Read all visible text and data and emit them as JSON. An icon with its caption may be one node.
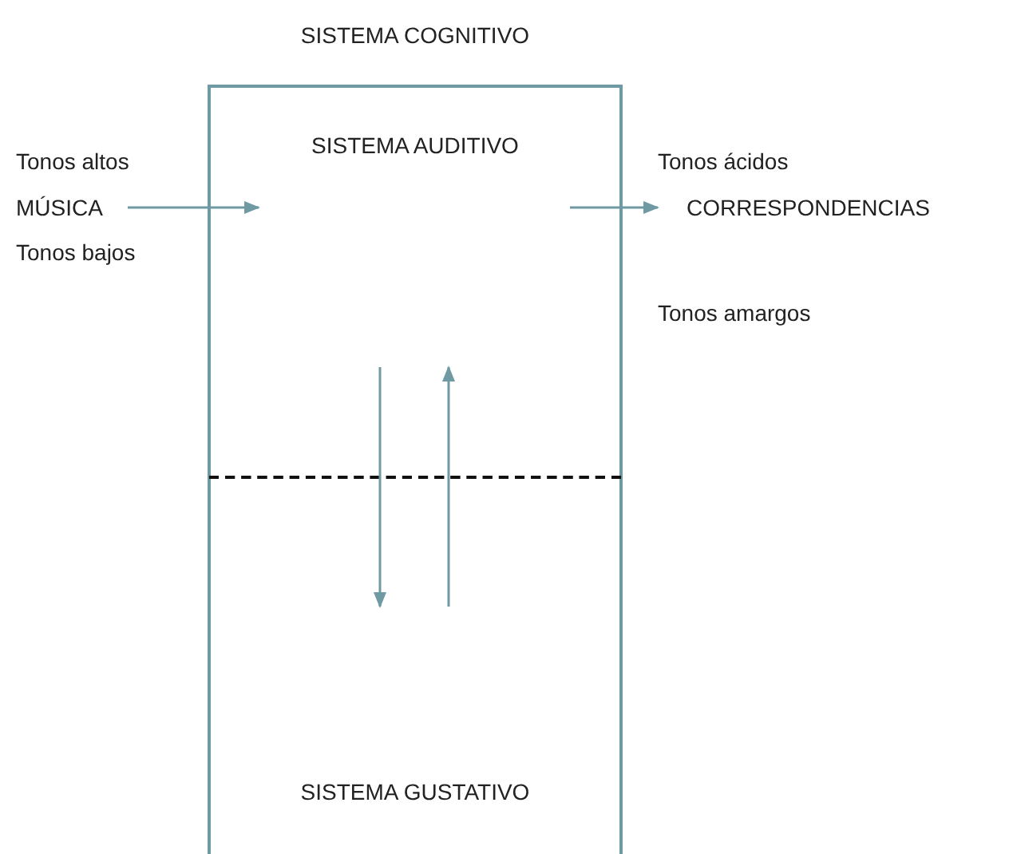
{
  "diagram": {
    "nodes": [
      {
        "text": [
          "SISTEMA COGNITIVO"
        ]
      },
      {
        "text": [
          "SISTEMA AUDITIVO"
        ],
        "in": 0
      },
      {
        "text": [
          "SISTEMA GUSTATIVO"
        ],
        "in": 0
      },
      {
        "text": [
          "MÚSICA"
        ],
        "beside": [
          "Tonos altos",
          "Tonos bajos"
        ]
      },
      {
        "text": [
          "CORRESPONDENCIAS"
        ],
        "beside": [
          "Tonos ácidos"
        ]
      }
    ],
    "labels": [
      "Tonos amargos"
    ],
    "edges": [
      {
        "from": 3,
        "to": 1,
        "arrow": "to"
      },
      {
        "from": 1,
        "to": 4,
        "arrow": "to"
      },
      {
        "from": 1,
        "to": 2,
        "arrow": "to"
      },
      {
        "from": 2,
        "to": 1,
        "arrow": "to"
      }
    ]
  }
}
